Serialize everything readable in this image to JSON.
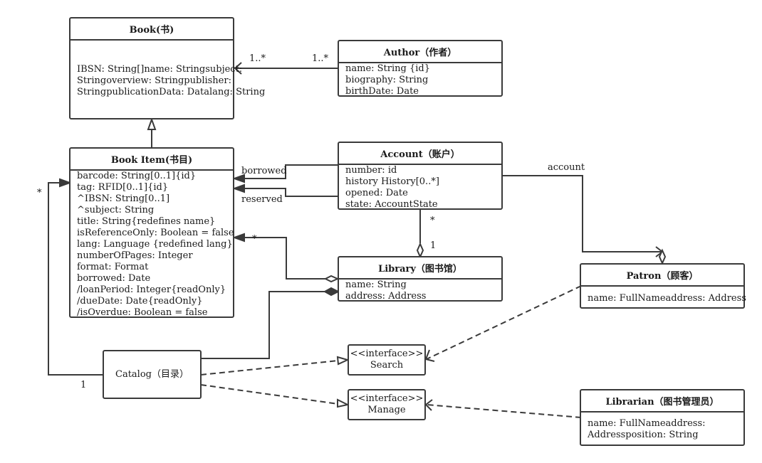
{
  "classes": {
    "book": {
      "title": "Book(书)",
      "attrs": [
        "IBSN: String[]name: Stringsubject:",
        "Stringoverview: Stringpublisher:",
        "StringpublicationData: Datalang: String"
      ]
    },
    "author": {
      "title": "Author（作者）",
      "attrs": [
        "name: String {id}",
        "biography: String",
        "birthDate: Date"
      ]
    },
    "book_item": {
      "title": "Book Item(书目)",
      "attrs": [
        "barcode: String[0..1]{id}",
        "tag: RFID[0..1]{id}",
        "^IBSN: String[0..1]",
        "^subject: String",
        "title: String{redefines name}",
        "isReferenceOnly: Boolean = false",
        "lang: Language {redefined lang}",
        "numberOfPages: Integer",
        "format: Format",
        "borrowed: Date",
        "/loanPeriod: Integer{readOnly}",
        "/dueDate: Date{readOnly}",
        "/isOverdue: Boolean = false"
      ]
    },
    "account": {
      "title": "Account（账户）",
      "attrs": [
        "number: id",
        "history History[0..*]",
        "opened: Date",
        "state: AccountState"
      ]
    },
    "library": {
      "title": "Library（图书馆）",
      "attrs": [
        "name: String",
        "address: Address"
      ]
    },
    "patron": {
      "title": "Patron（顾客）",
      "attrs": [
        "name: FullNameaddress: Address"
      ]
    },
    "librarian": {
      "title": "Librarian（图书管理员）",
      "attrs": [
        "name: FullNameaddress:",
        "Addressposition: String"
      ]
    }
  },
  "catalog": {
    "label": "Catalog（目录）"
  },
  "interfaces": {
    "search": {
      "stereotype": "<<interface>>",
      "name": "Search"
    },
    "manage": {
      "stereotype": "<<interface>>",
      "name": "Manage"
    }
  },
  "edge_labels": {
    "book_mult": "1..*",
    "author_mult": "1..*",
    "borrowed": "borrowed",
    "reserved": "reserved",
    "account": "account",
    "account_mult": "*",
    "library_mult": "1",
    "bookitem_star": "*",
    "catalog_star": "*",
    "catalog_one": "1"
  }
}
